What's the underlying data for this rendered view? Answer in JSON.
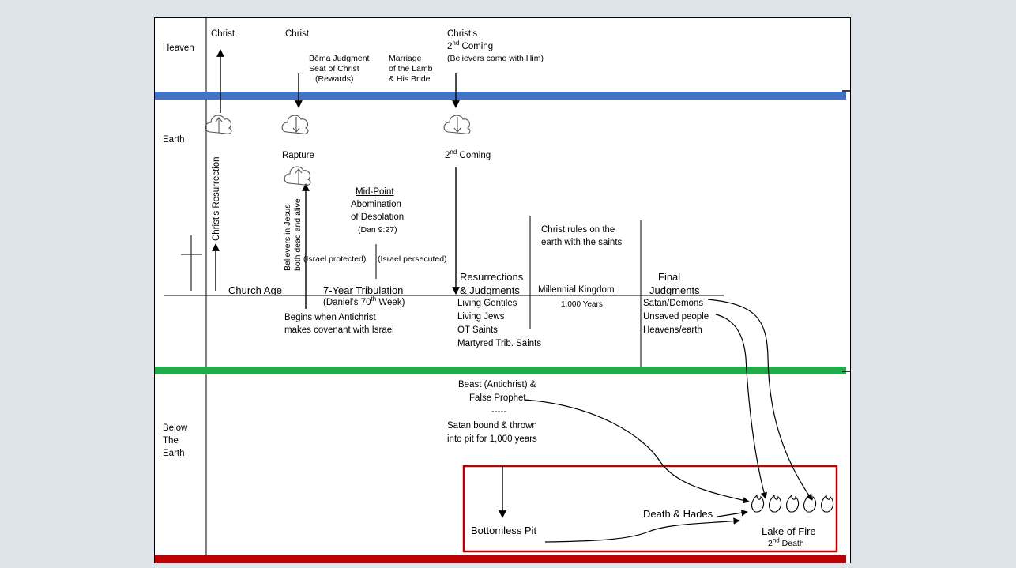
{
  "realms": {
    "heaven": "Heaven",
    "earth": "Earth",
    "below": "Below The Earth"
  },
  "heaven_texts": {
    "christ1": "Christ",
    "christ2": "Christ",
    "christs": "Christ’s",
    "second": "2",
    "nd": "nd",
    "coming": "Coming",
    "believers_come": "(Believers come with Him)",
    "bema": "Bēma Judgment",
    "seat": "Seat of Christ",
    "rewards": "(Rewards)",
    "marriage": "Marriage",
    "lamb": "of the Lamb",
    "bride": "& His Bride"
  },
  "earth_texts": {
    "resurrection": "Christ’s Resurrection",
    "rapture": "Rapture",
    "believers1": "Believers in Jesus",
    "believers2": "both dead and alive",
    "second_coming_2": "2",
    "second_coming_nd": "nd",
    "second_coming": "Coming",
    "midpoint": "Mid-Point",
    "abomination": "Abomination",
    "desolation": "of Desolation",
    "dan": "(Dan 9:27)",
    "israel_protected": "(Israel protected)",
    "israel_persecuted": "(Israel persecuted)",
    "christ_rules1": "Christ rules on the",
    "christ_rules2": "earth with the saints",
    "church_age": "Church Age",
    "tribulation": "7-Year Tribulation",
    "daniels": "(Daniel’s 70",
    "th": "th",
    "week": " Week)",
    "begins1": "Begins when Antichrist",
    "begins2": "makes covenant with Israel",
    "resurrections1": "Resurrections",
    "resurrections2": "& Judgments",
    "living_gentiles": "Living Gentiles",
    "living_jews": "Living Jews",
    "ot_saints": "OT Saints",
    "martyred": "Martyred Trib. Saints",
    "millennial": "Millennial Kingdom",
    "thousand": "1,000 Years",
    "final1": "Final",
    "final2": "Judgments",
    "satan_demons": "Satan/Demons",
    "unsaved": "Unsaved people",
    "heavens_earth": "Heavens/earth"
  },
  "below_texts": {
    "beast1": "Beast (Antichrist) &",
    "beast2": "False Prophet",
    "dashes": "-----",
    "satan1": "Satan bound & thrown",
    "satan2": "into pit for 1,000 years",
    "bottomless": "Bottomless Pit",
    "death_hades": "Death & Hades",
    "lake": "Lake of Fire",
    "second_death_2": "2",
    "second_death_nd": "nd",
    "second_death": " Death"
  },
  "colors": {
    "heaven_line": "#4472c4",
    "earth_line": "#1fad4b",
    "below_line": "#c00000",
    "box": "#c00000",
    "background": "#dfe3ea"
  }
}
